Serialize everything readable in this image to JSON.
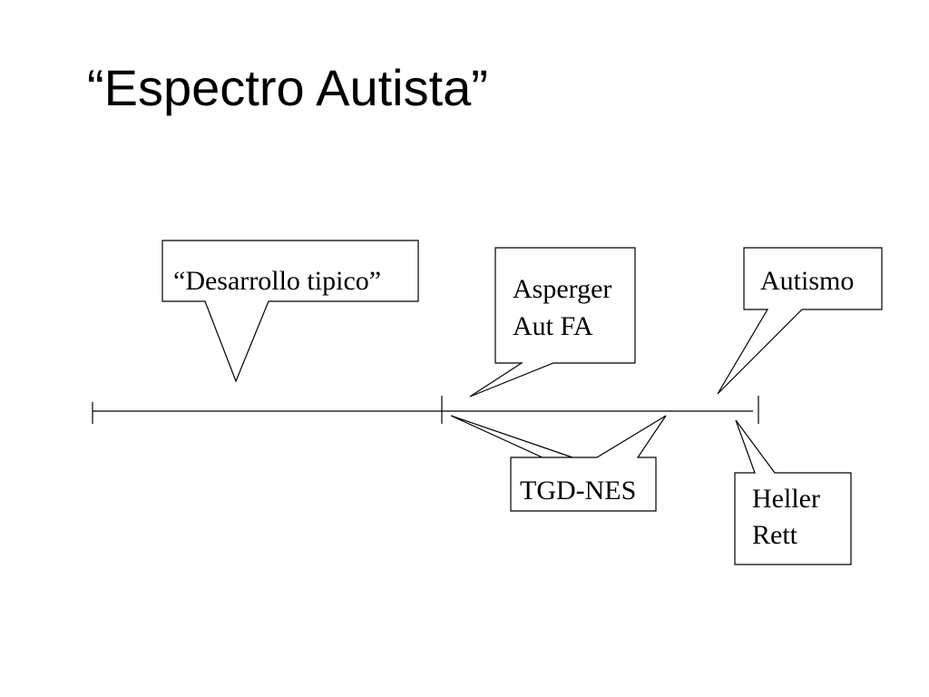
{
  "title": "“Espectro Autista”",
  "callouts": {
    "desarrollo_tipico": {
      "lines": [
        "“Desarrollo tipico”"
      ]
    },
    "asperger": {
      "lines": [
        "Asperger",
        "Aut FA"
      ]
    },
    "autismo": {
      "lines": [
        "Autismo"
      ]
    },
    "tgd_nes": {
      "lines": [
        "TGD-NES"
      ]
    },
    "heller_rett": {
      "lines": [
        "Heller",
        "Rett"
      ]
    }
  }
}
